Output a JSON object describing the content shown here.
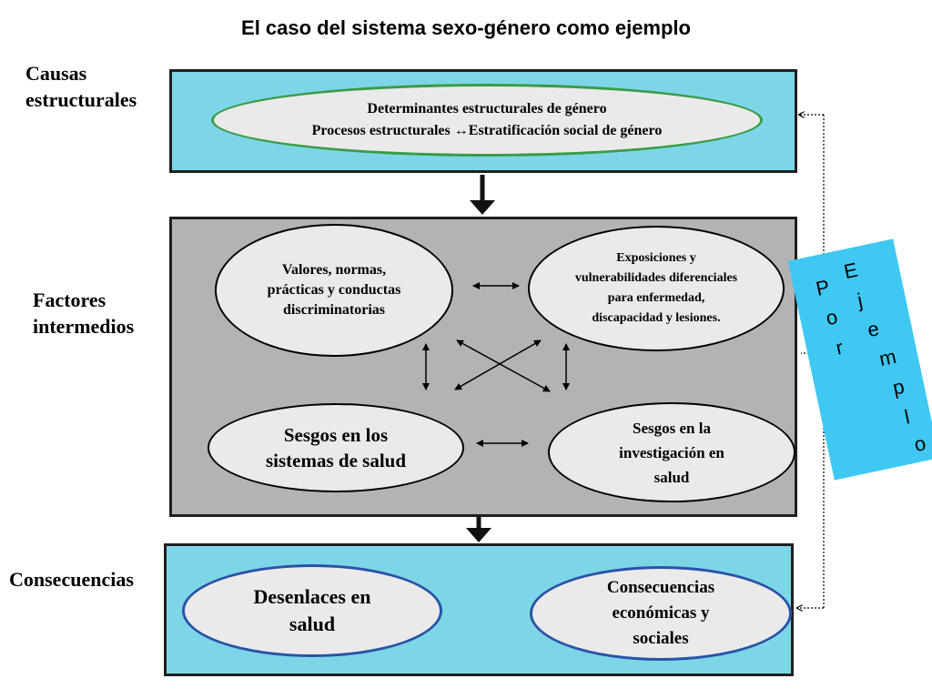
{
  "title": "El caso del sistema sexo-género como ejemplo",
  "side_labels": {
    "causas": [
      "Causas",
      "estructurales"
    ],
    "factores": [
      "Factores",
      "intermedios"
    ],
    "consecuencias": "Consecuencias"
  },
  "top_box": {
    "line1": "Determinantes estructurales de género",
    "line2_a": "Procesos estructurales ",
    "line2_arrow": "↔",
    "line2_b": "Estratificación social de género"
  },
  "middle_box": {
    "valores": [
      "Valores, normas,",
      "prácticas y conductas",
      "discriminatorias"
    ],
    "exposiciones": [
      "Exposiciones y",
      "vulnerabilidades diferenciales",
      "para enfermedad,",
      "discapacidad y lesiones."
    ],
    "sesgos_salud": [
      "Sesgos en los",
      "sistemas de salud"
    ],
    "sesgos_investigacion": [
      "Sesgos en la",
      "investigación en",
      "salud"
    ]
  },
  "bottom_box": {
    "desenlaces": [
      "Desenlaces en",
      "salud"
    ],
    "consecuencias_eco": [
      "Consecuencias",
      "económicas y",
      "sociales"
    ]
  },
  "side_card": {
    "col1": [
      "P",
      "o",
      "r"
    ],
    "col2": [
      "E",
      "j",
      "e",
      "m",
      "p",
      "l",
      "o"
    ]
  },
  "colors": {
    "blue_box": "#7dd6e8",
    "gray_box": "#b3b3b3",
    "ellipse_fill": "#eaeaea",
    "green_border": "#3a9b45",
    "blue_border": "#2a52a8",
    "card": "#3fc8f2"
  }
}
